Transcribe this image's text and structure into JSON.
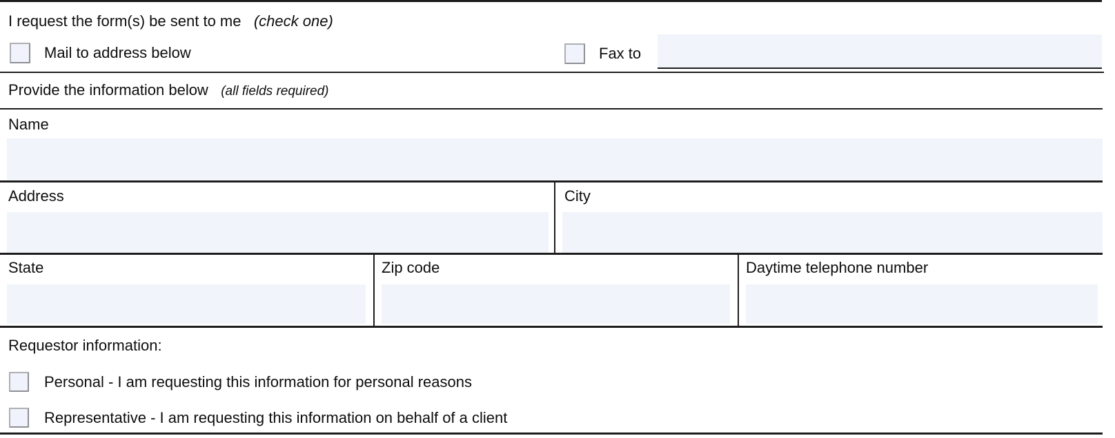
{
  "form": {
    "delivery": {
      "heading": "I request the form(s) be sent to me",
      "heading_note": "(check one)",
      "options": {
        "mail": {
          "label": "Mail to address below",
          "checked": false
        },
        "fax": {
          "label": "Fax to",
          "checked": false,
          "fax_number_value": ""
        }
      }
    },
    "info_section": {
      "heading": "Provide the information below",
      "heading_note": "(all fields required)",
      "fields": {
        "name": {
          "label": "Name",
          "value": ""
        },
        "address": {
          "label": "Address",
          "value": ""
        },
        "city": {
          "label": "City",
          "value": ""
        },
        "state": {
          "label": "State",
          "value": ""
        },
        "zip": {
          "label": "Zip code",
          "value": ""
        },
        "phone": {
          "label": "Daytime telephone number",
          "value": ""
        }
      }
    },
    "requestor": {
      "heading": "Requestor information:",
      "options": {
        "personal": {
          "label": "Personal - I am requesting this information for personal reasons",
          "checked": false
        },
        "representative": {
          "label": "Representative - I am requesting this information on behalf of a client",
          "checked": false
        }
      }
    },
    "colors": {
      "field_fill": "#f1f4fb",
      "checkbox_fill": "#f0f3fb",
      "line": "#1c1c1c",
      "text": "#0d0d0d"
    }
  }
}
